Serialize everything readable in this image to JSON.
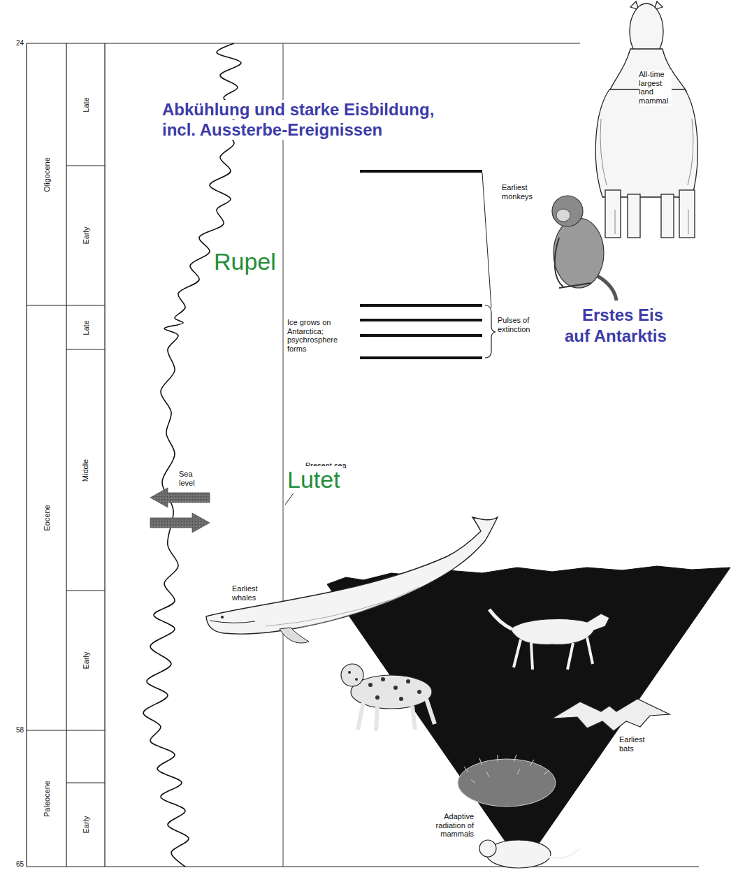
{
  "diagram": {
    "nodes": [
      {
        "text": [
          "Oligocene"
        ]
      },
      {
        "text": [
          "Late"
        ]
      },
      {
        "text": [
          "Early"
        ]
      },
      {
        "text": [
          "Eocene"
        ]
      },
      {
        "text": [
          "Late"
        ]
      },
      {
        "text": [
          "Middle"
        ]
      },
      {
        "text": [
          "Early"
        ]
      },
      {
        "text": [
          "Paleocene"
        ]
      },
      {
        "text": [
          "Early"
        ]
      }
    ],
    "labels": [
      "24",
      "58",
      "65",
      "Abkühlung und starke Eisbildung,",
      "incl. Aussterbe-Ereignissen",
      "All-time largest land mammal",
      "Earliest monkeys",
      "Rupel",
      "Ice grows on Antarctica; psychrosphere forms",
      "Pulses of extinction",
      "Erstes Eis",
      "auf Antarktis",
      "Sea level",
      "Present sea level",
      "Lutet",
      "Earliest whales",
      "Earliest bats",
      "Adaptive radiation of mammals"
    ]
  }
}
